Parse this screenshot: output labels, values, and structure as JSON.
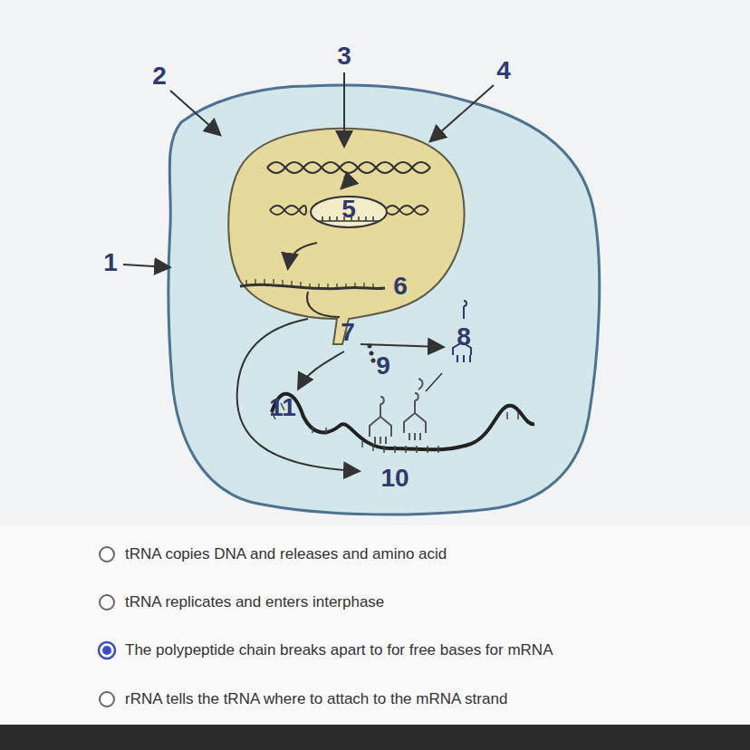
{
  "diagram": {
    "labels": [
      "1",
      "2",
      "3",
      "4",
      "5",
      "6",
      "7",
      "8",
      "9",
      "10",
      "11",
      "tRNA copies DNA and releases and amino acid",
      "tRNA replicates and enters interphase",
      "The polypeptide chain breaks apart to for free bases for mRNA",
      "rRNA tells the tRNA where to attach to the mRNA strand"
    ]
  }
}
